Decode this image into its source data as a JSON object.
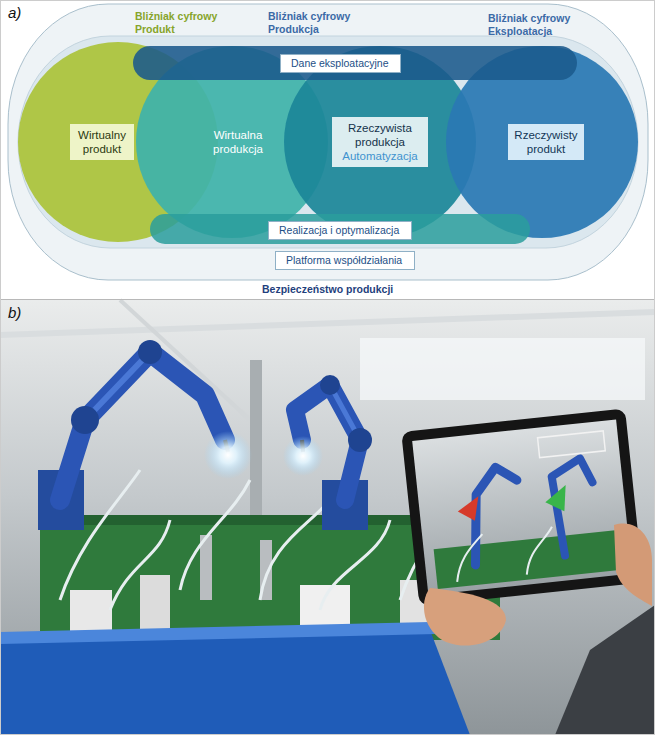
{
  "diagram": {
    "nodes": [
      {
        "text": [
          "Dane eksploatacyjne"
        ]
      },
      {
        "text": [
          "Wirtualny produkt"
        ]
      },
      {
        "text": [
          "Wirtualna produkcja"
        ]
      },
      {
        "text": [
          "Rzeczywista produkcja",
          "Automatyzacja"
        ]
      },
      {
        "text": [
          "Rzeczywisty produkt"
        ]
      },
      {
        "text": [
          "Realizacja i optymalizacja"
        ]
      },
      {
        "text": [
          "Platforma współdziałania"
        ]
      }
    ],
    "labels": [
      "a)",
      "Bliźniak cyfrowy Produkt",
      "Bliźniak cyfrowy Produkcja",
      "Bliźniak cyfrowy Eksploatacja",
      "Bezpieczeństwo produkcji",
      "b)"
    ]
  }
}
